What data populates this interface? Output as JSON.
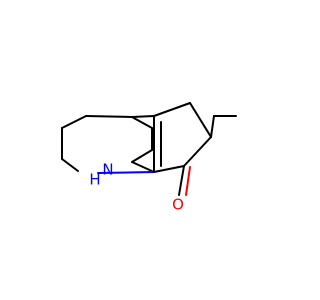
{
  "molecule": {
    "atoms": {
      "nitrogen": {
        "label": "N",
        "color": "#0000ff"
      },
      "hydrogen": {
        "label": "H",
        "color": "#0000ff"
      },
      "oxygen": {
        "label": "O",
        "color": "#ff0000"
      }
    },
    "bond_color": "#000000"
  }
}
